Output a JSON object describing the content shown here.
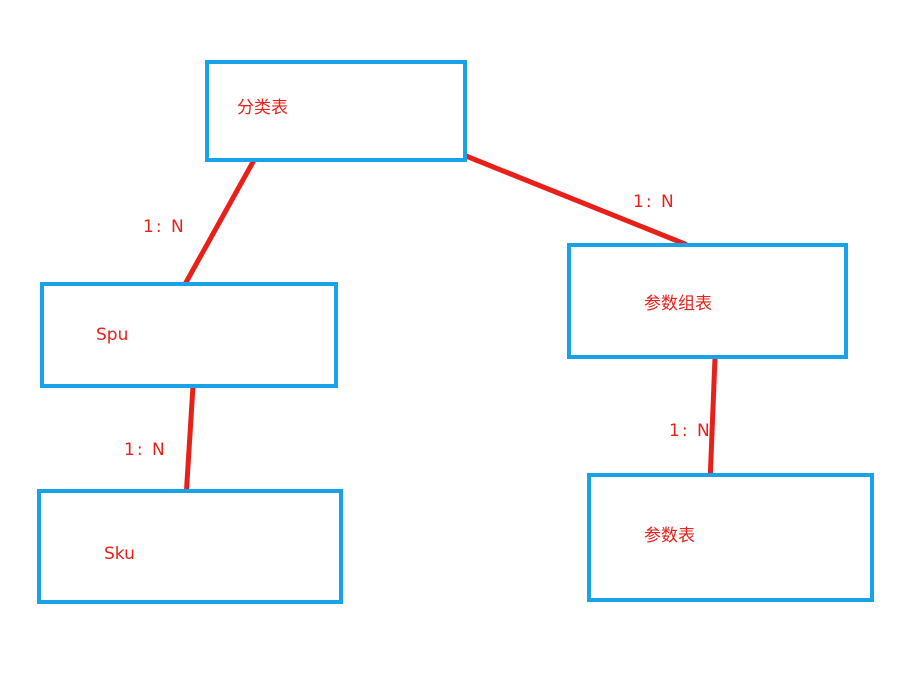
{
  "diagram": {
    "nodes": {
      "category": {
        "label": "分类表"
      },
      "spu": {
        "label": "Spu"
      },
      "sku": {
        "label": "Sku"
      },
      "param_group": {
        "label": "参数组表"
      },
      "param": {
        "label": "参数表"
      }
    },
    "edges": {
      "category_to_spu": {
        "label": "1: N"
      },
      "category_to_param_group": {
        "label": "1: N"
      },
      "spu_to_sku": {
        "label": "1: N"
      },
      "param_group_to_param": {
        "label": "1: N"
      }
    },
    "colors": {
      "node_border": "#18a3e8",
      "edge": "#e8201a",
      "label_text": "#e8201a"
    }
  }
}
